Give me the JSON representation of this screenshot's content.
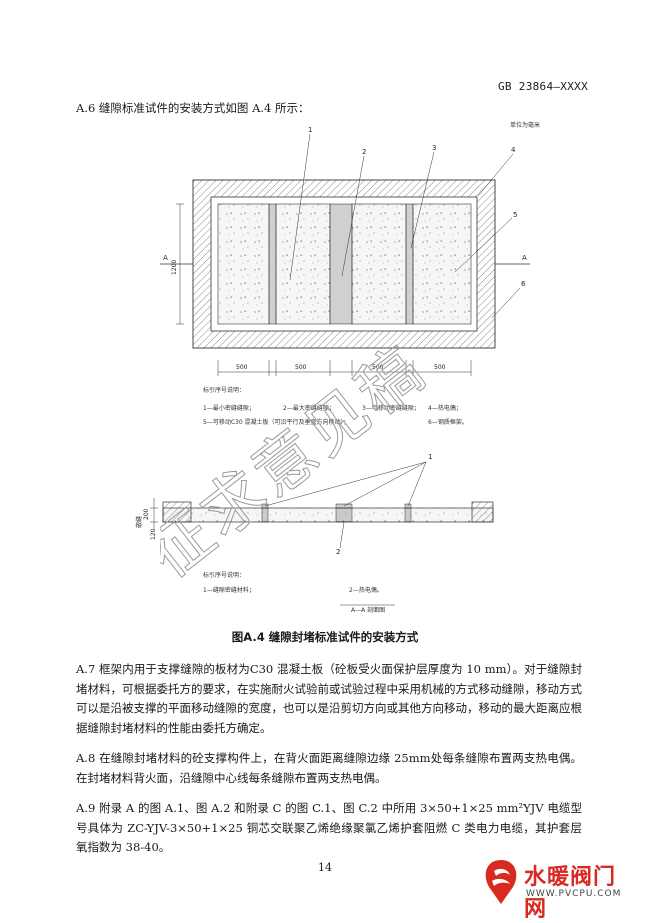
{
  "header": {
    "standard_number": "GB 23864—XXXX"
  },
  "section_a6": {
    "text": "A.6   缝隙标准试件的安装方式如图 A.4 所示："
  },
  "figure": {
    "unit_note": "单位为毫米",
    "callouts": [
      "1",
      "2",
      "3",
      "4",
      "5",
      "6"
    ],
    "section_marks": {
      "left": "A",
      "right": "A"
    },
    "dims": {
      "height": "1200",
      "widths": [
        "500",
        "500",
        "500",
        "500"
      ]
    },
    "legend_title": "标引序号说明：",
    "legend_items": [
      "1—最小密缝缝隙；",
      "2—最大密缝缝隙；",
      "3—可移动密缝缝隙；",
      "4—热电偶；",
      "5—可移动C30 混凝土板（可沿平行及垂直方向移动）；",
      "6—钢质框架。"
    ],
    "section_dims": [
      "200",
      "120"
    ],
    "section_side_label": "嵌缝",
    "section_callouts": [
      "1",
      "2"
    ],
    "section_legend_title": "标引序号说明：",
    "section_legend_items": [
      "1—缝隙密缝材料；",
      "2—热电偶。"
    ],
    "section_caption": "A—A 剖面图",
    "caption": "图A.4 缝隙封堵标准试件的安装方式"
  },
  "para_a7": {
    "text": "A.7   框架内用于支撑缝隙的板材为C30 混凝土板（砼板受火面保护层厚度为 10 mm）。对于缝隙封堵材料，可根据委托方的要求，在实施耐火试验前或试验过程中采用机械的方式移动缝隙，移动方式可以是沿被支撑的平面移动缝隙的宽度，也可以是沿剪切方向或其他方向移动，移动的最大距离应根据缝隙封堵材料的性能由委托方确定。"
  },
  "para_a8": {
    "text": "A.8   在缝隙封堵材料的砼支撑构件上，在背火面距离缝隙边缘 25mm处每条缝隙布置两支热电偶。在封堵材料背火面，沿缝隙中心线每条缝隙布置两支热电偶。"
  },
  "para_a9": {
    "text": "A.9   附录 A 的图 A.1、图 A.2 和附录 C 的图 C.1、图 C.2 中所用 3×50+1×25 mm²YJV 电缆型号具体为 ZC-YJV-3×50+1×25 铜芯交联聚乙烯绝缘聚氯乙烯护套阻燃 C 类电力电缆，其护套层氧指数为 38-40。"
  },
  "page_number": "14",
  "watermark": {
    "text": "征求意见稿"
  },
  "logo": {
    "name": "水暖阀门网",
    "url": "WWW.PVCPU.COM",
    "accent": "#d82a20"
  }
}
